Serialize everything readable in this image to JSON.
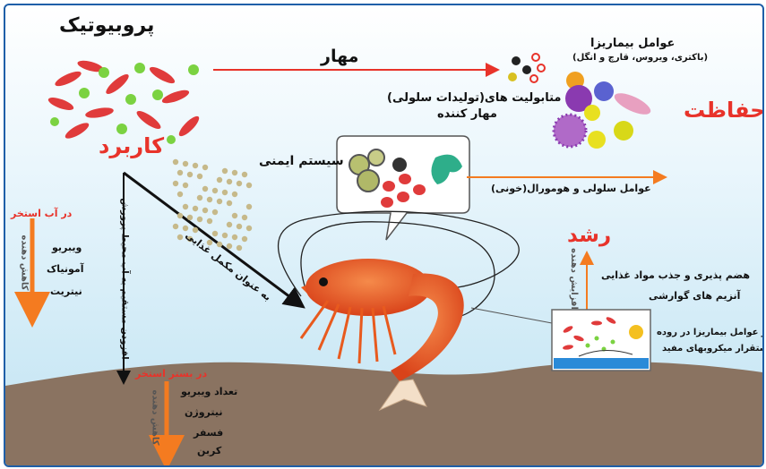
{
  "title": "پروبیوتیک",
  "application": "کاربرد",
  "inhibition": "مهار",
  "pathogens": {
    "title": "عوامل بیماریزا",
    "subtitle": "(باکتری، ویروس، قارچ و انگل)"
  },
  "protection": "حفاظت",
  "metabolites": {
    "line1": "متابولیت های(تولیدات سلولی)",
    "line2": "مهار کننده"
  },
  "immune_system": "سیستم ایمنی",
  "cellular_humoral": "عوامل سلولی و هومورال(خونی)",
  "growth": "رشد",
  "growth_increase": "افزایش دهنده",
  "digestion": {
    "line1": "هضم پذیری و جذب مواد غذایی",
    "line2": "آنزیم های گوارشی"
  },
  "gut": {
    "line1": "مهار عوامل بیماریزا در روده",
    "line2": "استقرار میکروبهای مفید"
  },
  "pond_water": {
    "title": "در آب استخر",
    "reducer": "کاهش دهنده",
    "items": [
      "ویبریو",
      "آمونیاک",
      "نیتریت"
    ]
  },
  "pond_bed": {
    "title": "در بستر استخر",
    "reducer": "کاهش دهنده",
    "items": [
      "تعداد ویبریو",
      "نیتروژن",
      "فسفر",
      "کربن"
    ]
  },
  "direct_to_environment": "افزودن مستقیم به آب محیط پرورش",
  "as_supplement": "به عنوان مکمل غذایی",
  "colors": {
    "red": "#e8332a",
    "orange": "#f47b20",
    "shrimp": "#e85a1e",
    "border": "#1f5fa8",
    "ground": "#8a7361"
  }
}
